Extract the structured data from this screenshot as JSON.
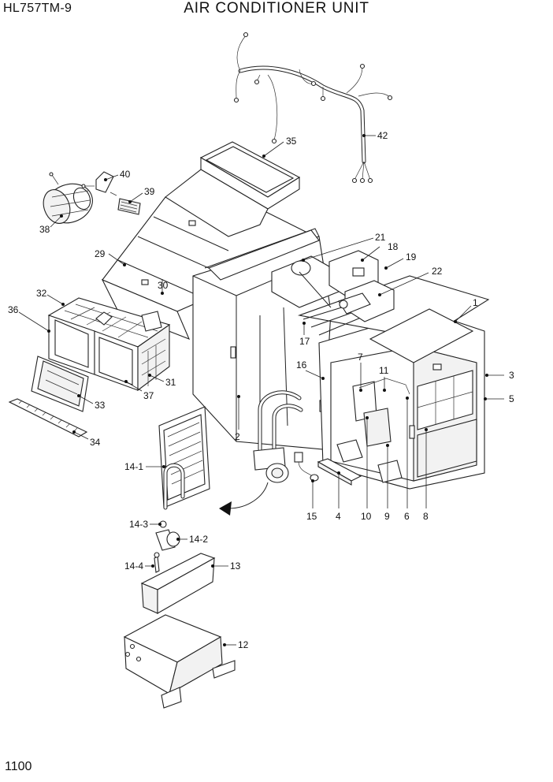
{
  "header": {
    "model": "HL757TM-9",
    "title": "AIR CONDITIONER UNIT",
    "page_number": "1100"
  },
  "callouts": {
    "c1": "1",
    "c2": "2",
    "c3": "3",
    "c4": "4",
    "c5": "5",
    "c6": "6",
    "c7": "7",
    "c8": "8",
    "c9": "9",
    "c10": "10",
    "c11": "11",
    "c12": "12",
    "c13": "13",
    "c14_1": "14-1",
    "c14_2": "14-2",
    "c14_3": "14-3",
    "c14_4": "14-4",
    "c15": "15",
    "c16": "16",
    "c17": "17",
    "c18": "18",
    "c19": "19",
    "c21": "21",
    "c22": "22",
    "c29": "29",
    "c30": "30",
    "c31": "31",
    "c32": "32",
    "c33": "33",
    "c34": "34",
    "c35": "35",
    "c36": "36",
    "c37": "37",
    "c38": "38",
    "c39": "39",
    "c40": "40",
    "c42": "42"
  }
}
